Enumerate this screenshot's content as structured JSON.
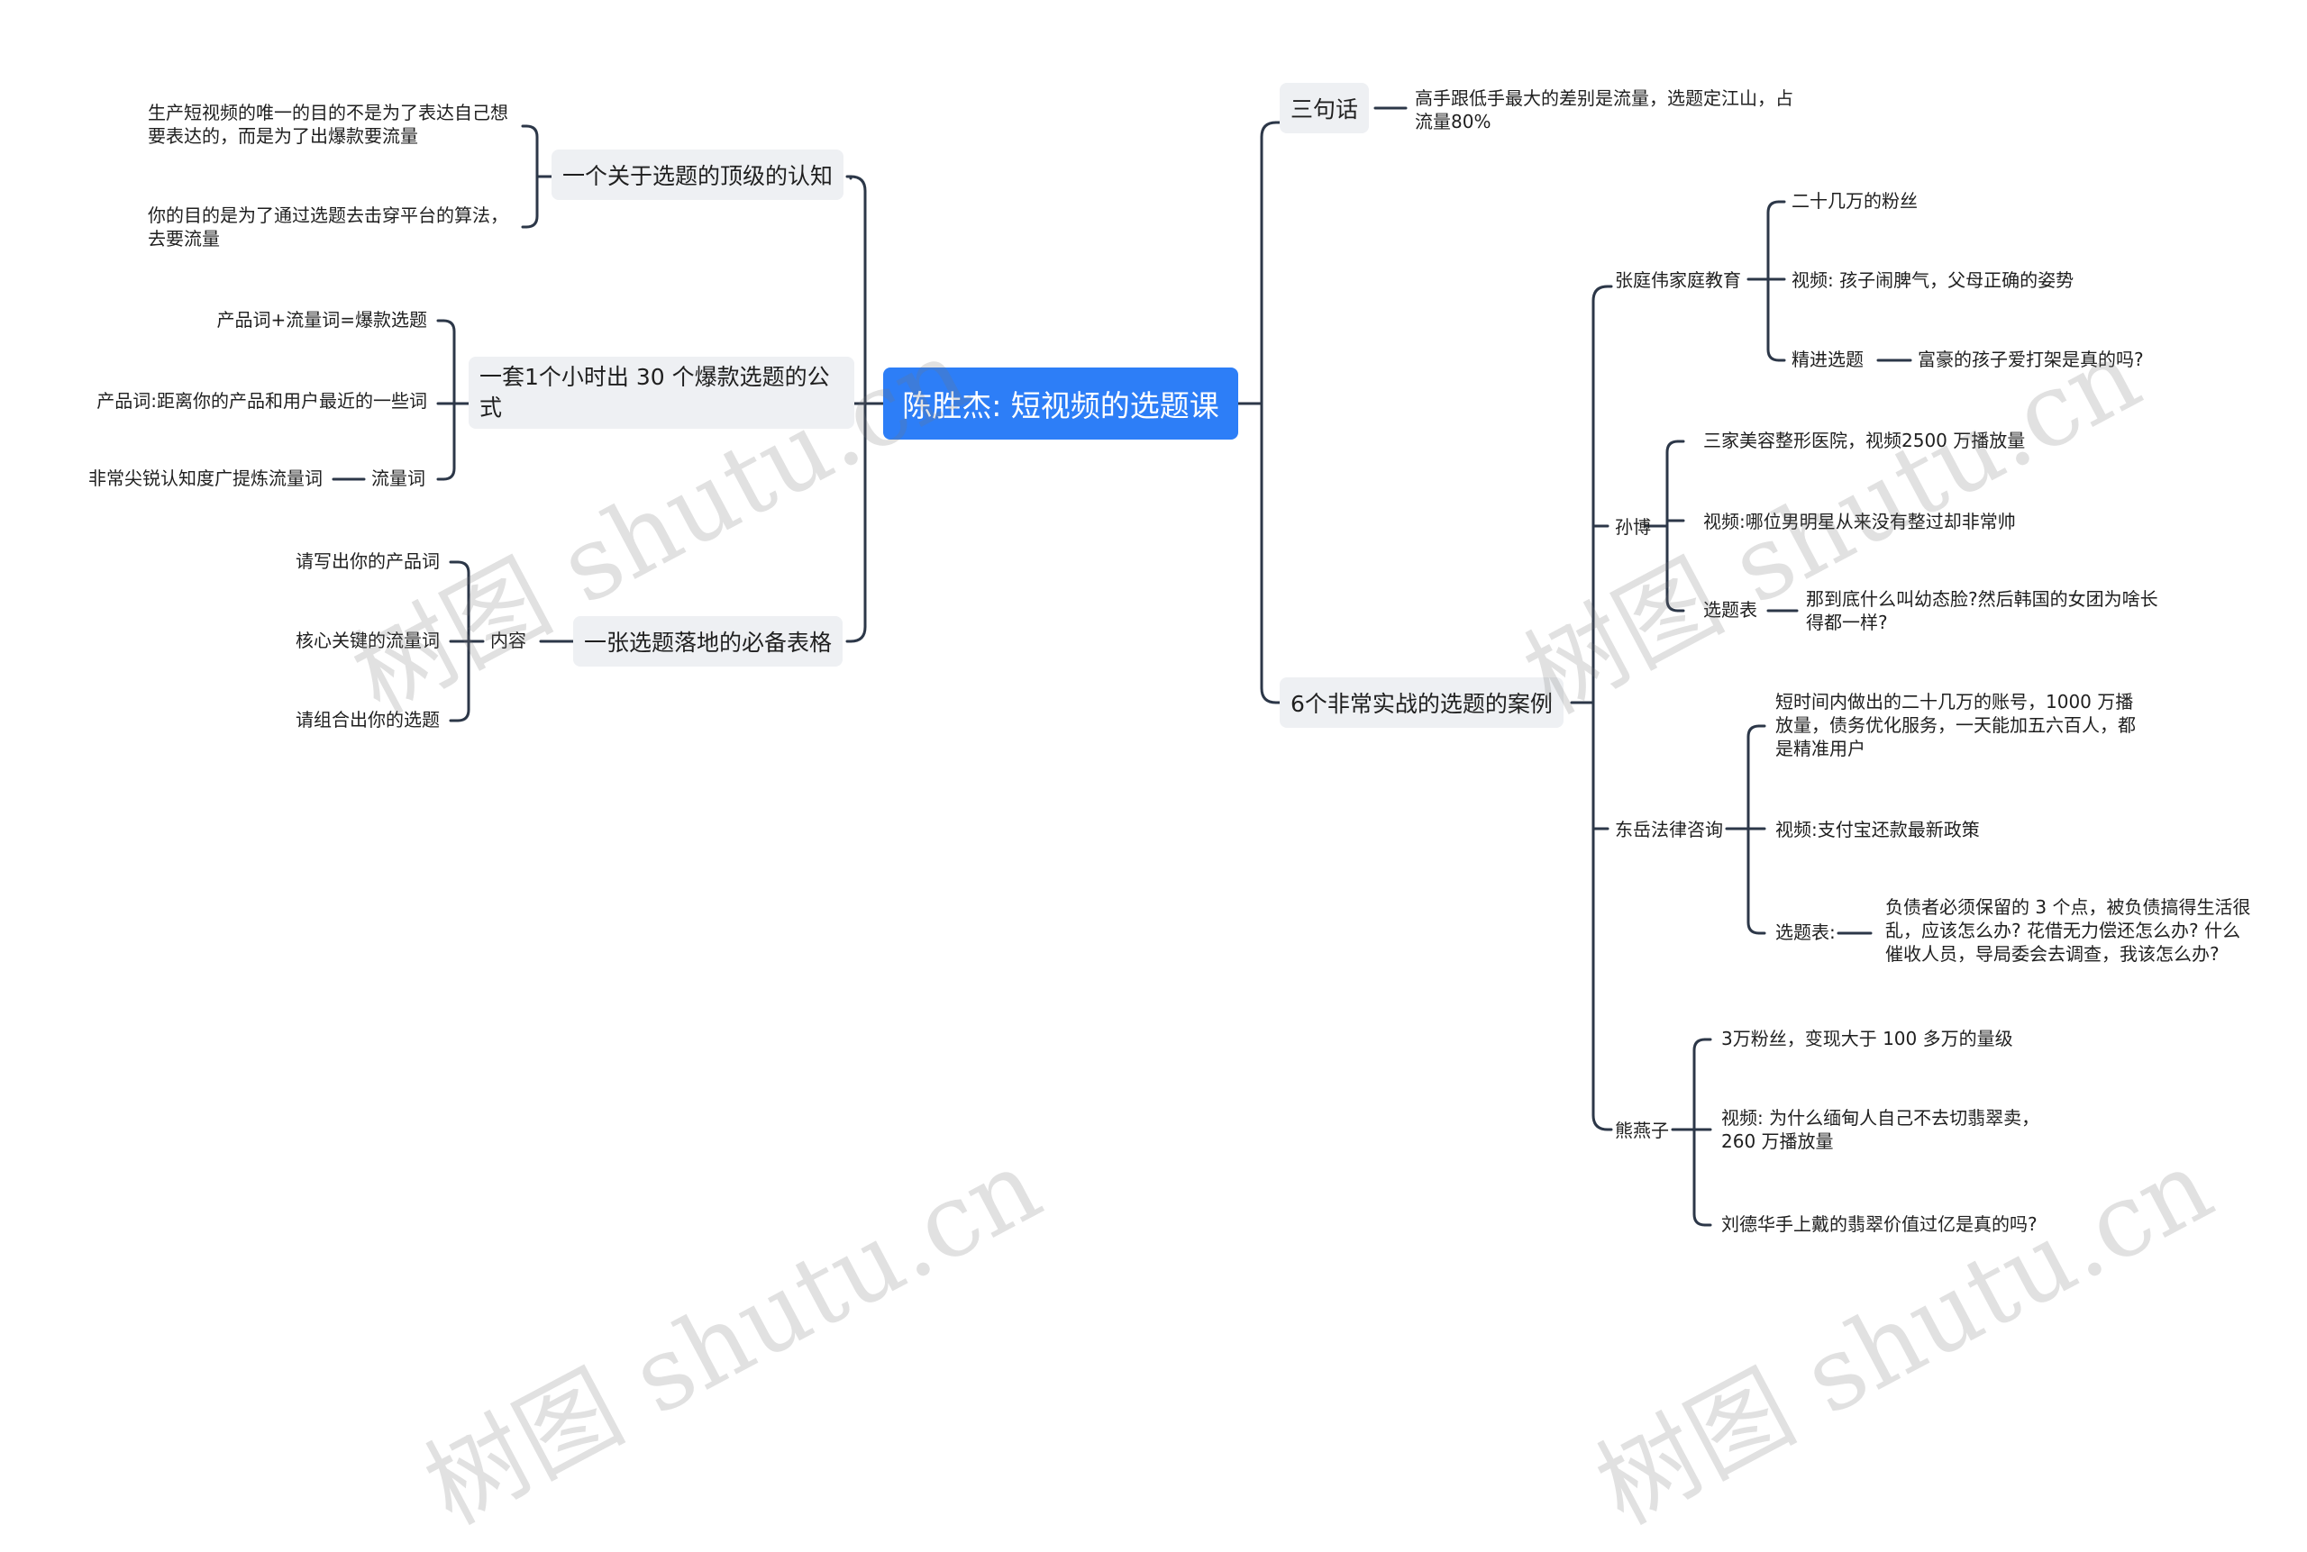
{
  "root": {
    "label": "陈胜杰: 短视频的选题课"
  },
  "left": {
    "b1": {
      "label": "一个关于选题的顶级的认知",
      "c1": "生产短视频的唯一的目的不是为了表达自己想要表达的，而是为了出爆款要流量",
      "c2": "你的目的是为了通过选题去击穿平台的算法，去要流量"
    },
    "b2": {
      "label": "一套1个小时出 30 个爆款选题的公式",
      "c1": "产品词+流量词=爆款选题",
      "c2": "产品词:距离你的产品和用户最近的一些词",
      "c3": "流量词",
      "c3a": "非常尖锐认知度广提炼流量词"
    },
    "b3": {
      "label": "一张选题落地的必备表格",
      "c1": "内容",
      "c1a": "请写出你的产品词",
      "c1b": "核心关键的流量词",
      "c1c": "请组合出你的选题"
    }
  },
  "right": {
    "b1": {
      "label": "三句话",
      "c1": "高手跟低手最大的差别是流量，选题定江山，占流量80%"
    },
    "b2": {
      "label": "6个非常实战的选题的案例",
      "k1": {
        "label": "张庭伟家庭教育",
        "a": "二十几万的粉丝",
        "b": "视频: 孩子闹脾气，父母正确的姿势",
        "c": "精进选题",
        "c1": "富豪的孩子爱打架是真的吗?"
      },
      "k2": {
        "label": "孙博",
        "a": "三家美容整形医院，视频2500 万播放量",
        "b": "视频:哪位男明星从来没有整过却非常帅",
        "c": "选题表",
        "c1": "那到底什么叫幼态脸?然后韩国的女团为啥长得都一样?"
      },
      "k3": {
        "label": "东岳法律咨询",
        "a": "短时间内做出的二十几万的账号，1000 万播放量，债务优化服务，一天能加五六百人，都是精准用户",
        "b": "视频:支付宝还款最新政策",
        "c": "选题表:",
        "c1": "负债者必须保留的 3 个点，被负债搞得生活很乱，应该怎么办? 花借无力偿还怎么办? 什么催收人员，导局委会去调查，我该怎么办?"
      },
      "k4": {
        "label": "熊燕子",
        "a": "3万粉丝，变现大于 100 多万的量级",
        "b": "视频: 为什么缅甸人自己不去切翡翠卖， 260 万播放量",
        "c": "刘德华手上戴的翡翠价值过亿是真的吗?"
      }
    }
  },
  "watermark": {
    "text": "树图 shutu.cn"
  },
  "colors": {
    "root_fill": "#2d7ef7",
    "box_fill": "#eef0f3",
    "line": "#2c3748"
  }
}
